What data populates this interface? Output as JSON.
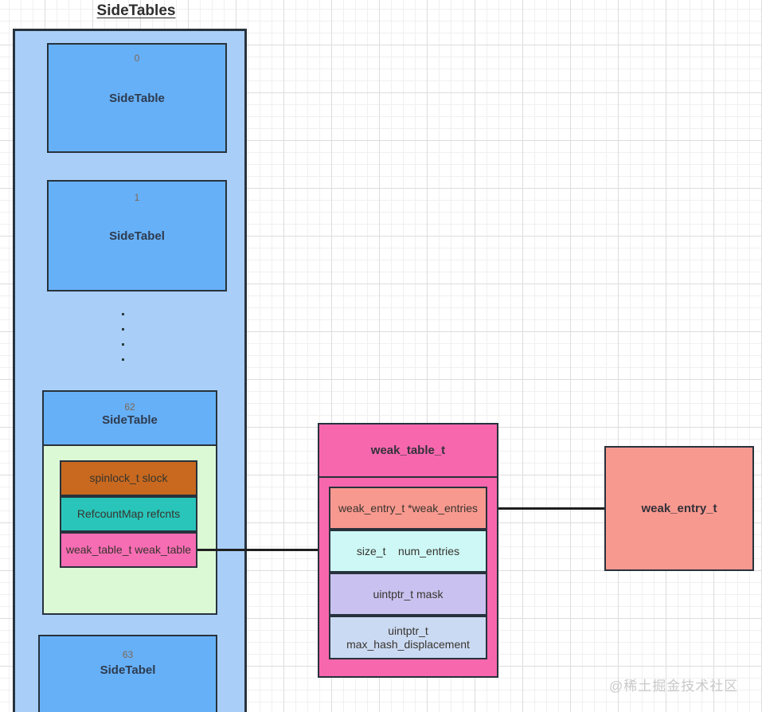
{
  "title": "SideTables",
  "watermark": "@稀土掘金技术社区",
  "colors": {
    "border": "#28323c",
    "connector_line": "#1f1f1f",
    "container_fill": "#a9cff9",
    "sidetable_fill": "#66b0f8",
    "struct_fill": "#dcf9d5",
    "magenta": "#f767ae",
    "salmon": "#f8998f",
    "index_text": "#7d6752",
    "label_text": "#2e3b4e",
    "watermark_text": "#c9c9c9"
  },
  "sidetables": {
    "items": [
      {
        "index": "0",
        "name": "SideTable"
      },
      {
        "index": "1",
        "name": "SideTabel"
      },
      {
        "index": "62",
        "name": "SideTable"
      },
      {
        "index": "63",
        "name": "SideTabel"
      }
    ]
  },
  "sidetable_struct": {
    "fields": [
      {
        "label": "spinlock_t slock",
        "color": "#c8691f"
      },
      {
        "label": "RefcountMap refcnts",
        "color": "#29c5ba"
      },
      {
        "label": "weak_table_t weak_table",
        "color": "#f76db4"
      }
    ]
  },
  "weak_table": {
    "title": "weak_table_t",
    "fields": [
      {
        "label": "weak_entry_t *weak_entries",
        "color": "#f8998f"
      },
      {
        "label": "size_t    num_entries",
        "color": "#cdf8f6"
      },
      {
        "label": "uintptr_t mask",
        "color": "#c9c2f0"
      },
      {
        "label": "uintptr_t\nmax_hash_displacement",
        "color": "#cbdaf3"
      }
    ]
  },
  "weak_entry": {
    "title": "weak_entry_t"
  }
}
